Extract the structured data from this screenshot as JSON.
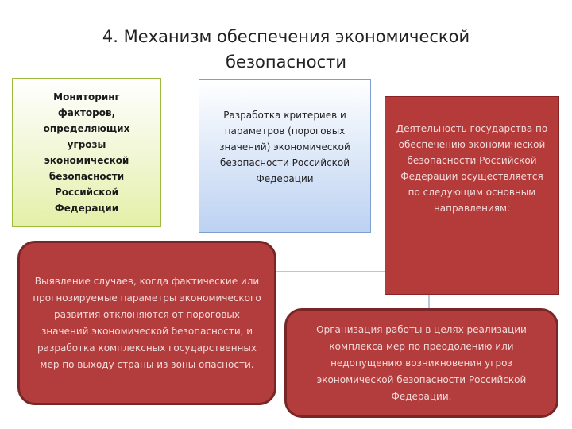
{
  "title": "4. Механизм обеспечения экономической безопасности",
  "boxes": {
    "monitoring": "Мониторинг факторов, определяющих угрозы экономической безопасности Российской Федерации",
    "criteria": "Разработка критериев и параметров (пороговых значений) экономической безопасности Российской Федерации",
    "activity": "Деятельность государства по обеспечению экономической безопасности Российской Федерации осуществляется по следующим основным направлениям:",
    "detection": "Выявление случаев, когда фактические или прогнозируемые параметры экономического развития отклоняются от пороговых значений экономической безопасности, и разработка комплексных государственных мер по выходу страны из зоны опасности.",
    "organization": "Организация работы в целях реализации комплекса мер по преодолению или недопущению возникновения угроз экономической безопасности Российской Федерации."
  },
  "colors": {
    "monitoring_border": "#9dbb3c",
    "criteria_border": "#7f9fd0",
    "red_fill": "#b33d3d",
    "red_border": "#7a2626",
    "connector": "#6f8fb8"
  }
}
